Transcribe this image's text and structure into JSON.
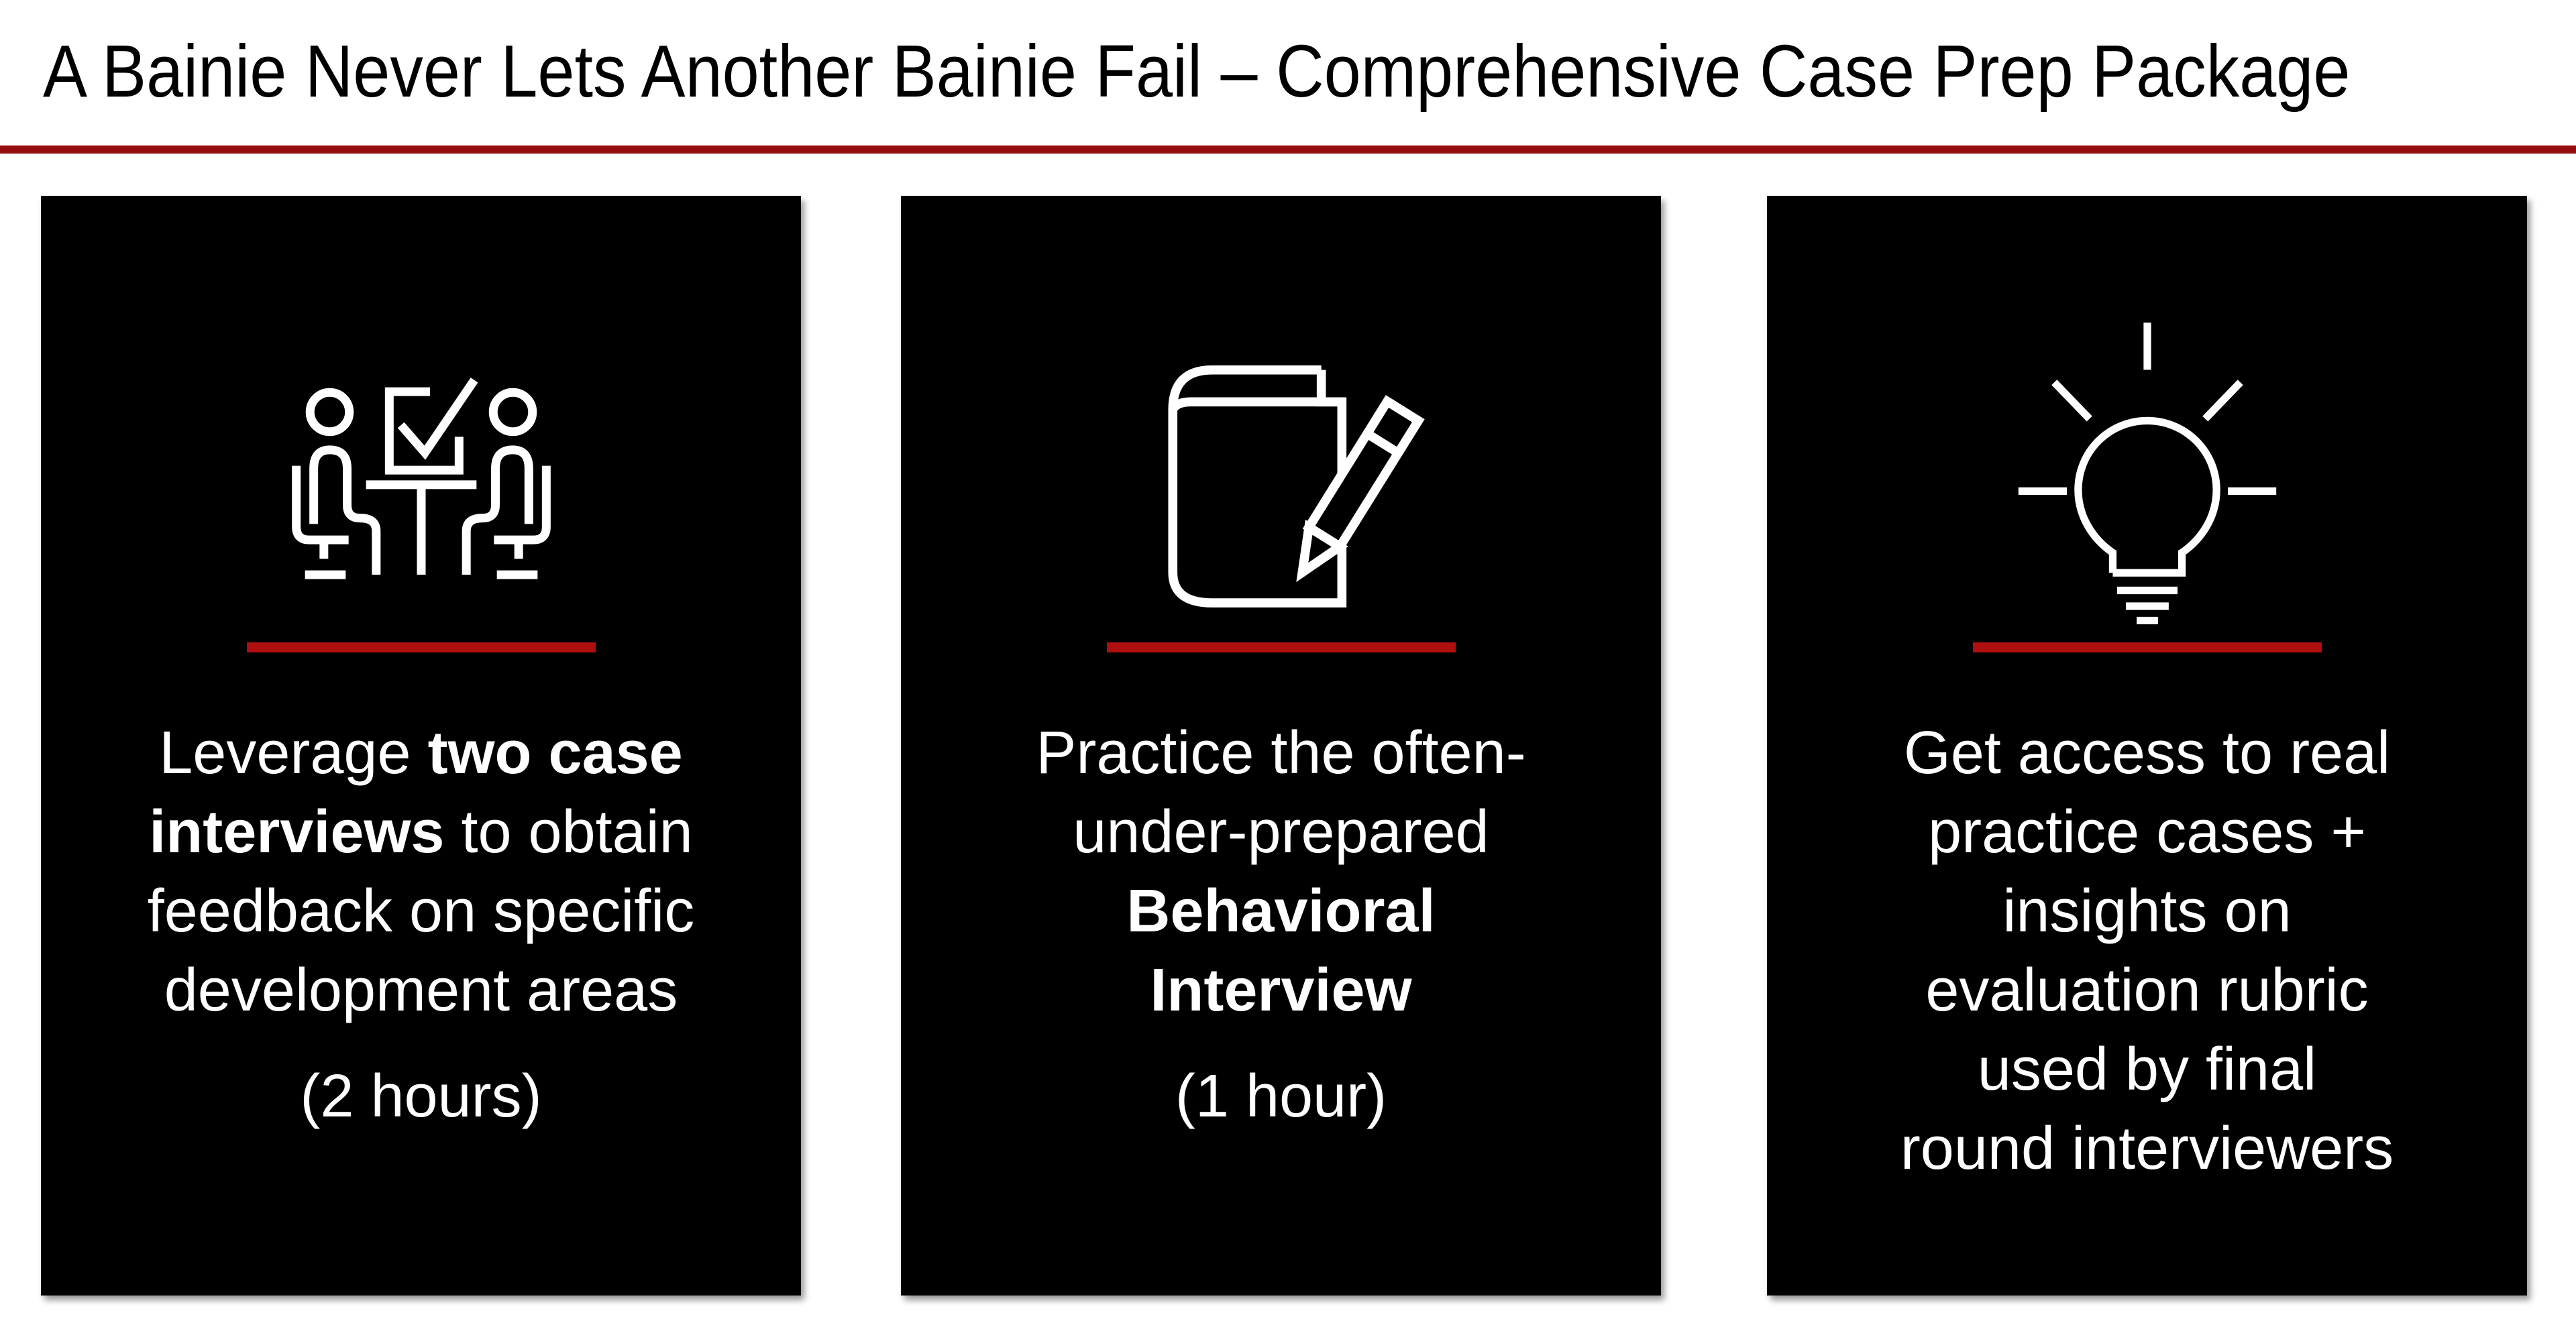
{
  "header": {
    "title": "A Bainie Never Lets Another Bainie Fail – Comprehensive Case Prep Package"
  },
  "colors": {
    "page_bg": "#ffffff",
    "title_color": "#000000",
    "title_rule": "#960d0f",
    "card_bg": "#000000",
    "card_divider": "#b00f0f",
    "text": "#ffffff"
  },
  "cards": [
    {
      "icon": "interview-table-checkbox-icon",
      "lines": [
        [
          {
            "text": "Leverage ",
            "bold": false
          },
          {
            "text": "two case",
            "bold": true
          }
        ],
        [
          {
            "text": "interviews",
            "bold": true
          },
          {
            "text": " to obtain",
            "bold": false
          }
        ],
        [
          {
            "text": "feedback on specific",
            "bold": false
          }
        ],
        [
          {
            "text": "development areas",
            "bold": false
          }
        ]
      ],
      "duration": "(2 hours)"
    },
    {
      "icon": "notebook-pencil-icon",
      "lines": [
        [
          {
            "text": "Practice the often-",
            "bold": false
          }
        ],
        [
          {
            "text": "under-prepared",
            "bold": false
          }
        ],
        [
          {
            "text": "Behavioral",
            "bold": true
          }
        ],
        [
          {
            "text": "Interview",
            "bold": true
          }
        ]
      ],
      "duration": "(1 hour)"
    },
    {
      "icon": "lightbulb-icon",
      "lines": [
        [
          {
            "text": "Get access to real",
            "bold": false
          }
        ],
        [
          {
            "text": "practice cases +",
            "bold": false
          }
        ],
        [
          {
            "text": "insights on",
            "bold": false
          }
        ],
        [
          {
            "text": "evaluation rubric",
            "bold": false
          }
        ],
        [
          {
            "text": "used by final",
            "bold": false
          }
        ],
        [
          {
            "text": "round interviewers",
            "bold": false
          }
        ]
      ],
      "duration": null
    }
  ]
}
